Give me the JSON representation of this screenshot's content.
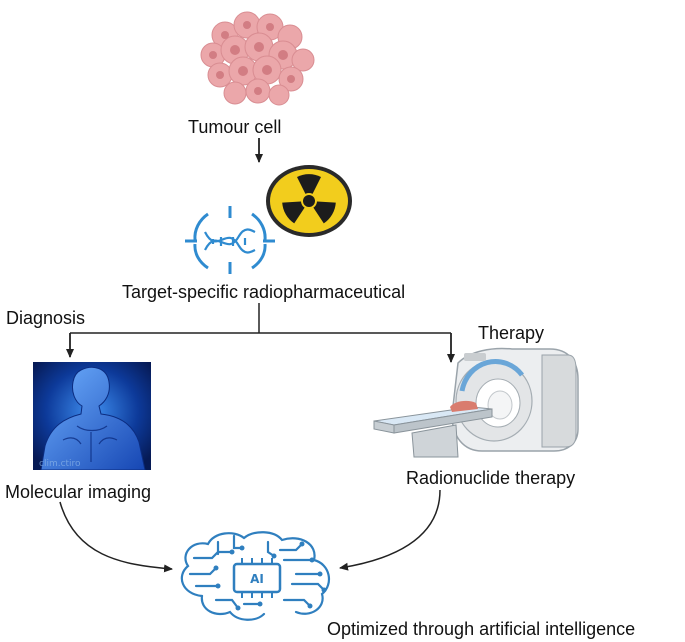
{
  "nodes": {
    "tumour": {
      "label": "Tumour cell"
    },
    "radiopharm": {
      "label": "Target-specific radiopharmaceutical"
    },
    "imaging": {
      "label": "Molecular imaging"
    },
    "therapy": {
      "label": "Radionuclide therapy"
    },
    "ai": {
      "label": "Optimized through artificial intelligence",
      "chip_text": "AI"
    }
  },
  "branches": {
    "diagnosis": "Diagnosis",
    "therapy": "Therapy"
  },
  "watermark": "clim.ctiro",
  "colors": {
    "cell": "#e8a0a3",
    "cell_dark": "#d27d83",
    "radiation_yellow": "#f2cd1d",
    "target_blue": "#2f8bd0",
    "body_blue": "#1b57c9",
    "ai_blue": "#2f7fbf",
    "arrow": "#222222"
  }
}
